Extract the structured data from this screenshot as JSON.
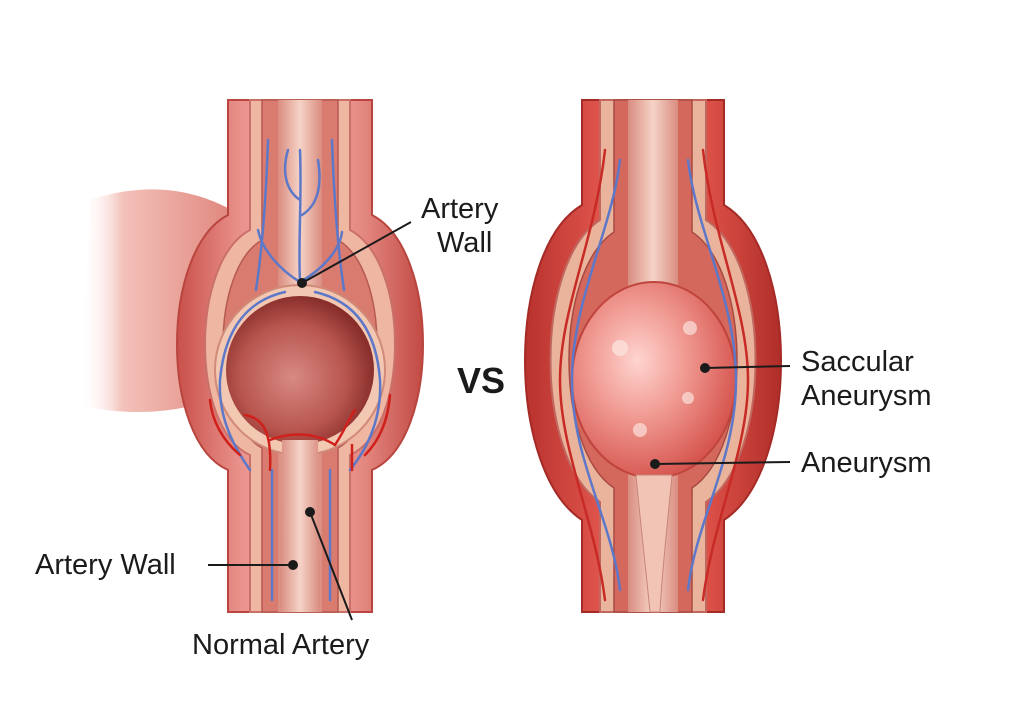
{
  "labels": {
    "artery_wall_top": [
      "Artery",
      "Wall"
    ],
    "artery_wall_left": "Artery Wall",
    "normal_artery": "Normal Artery",
    "vs": "VS",
    "saccular_aneurysm": [
      "Saccular",
      "Aneurysm"
    ],
    "aneurysm": "Aneurysm"
  },
  "colors": {
    "outer_wall": "#d9574f",
    "outer_wall_dark": "#b83a37",
    "wall_layer": "#f0b9a4",
    "lumen": "#a8403c",
    "vein_blue": "#5d78c8",
    "vessel_red": "#d0201c",
    "sac": "#e46a64"
  }
}
